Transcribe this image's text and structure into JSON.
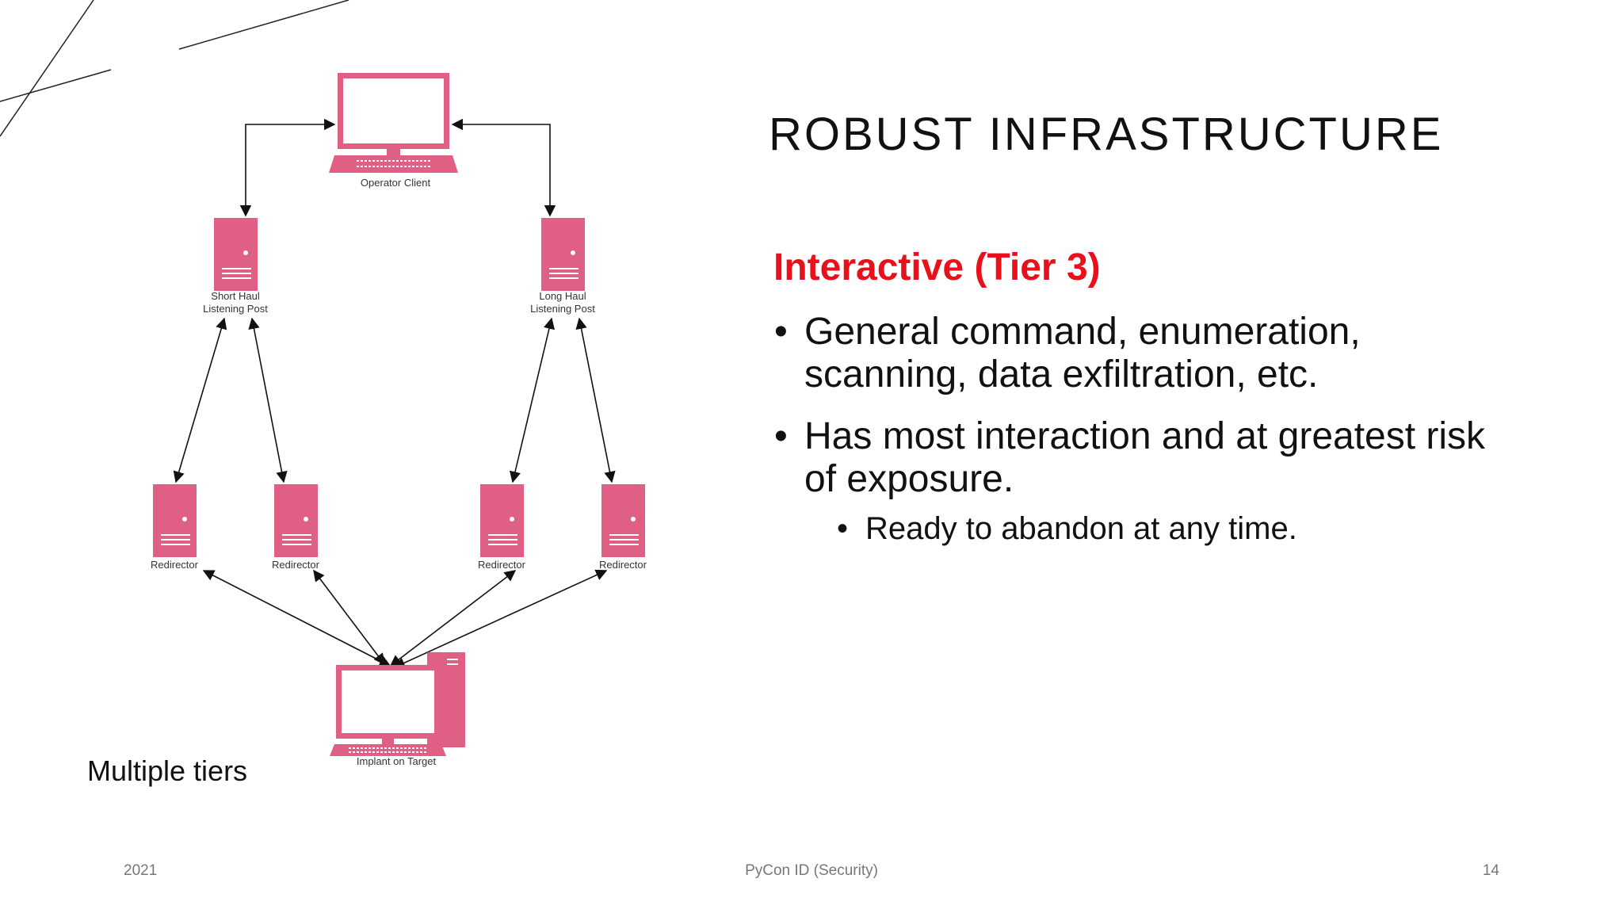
{
  "slide": {
    "title": "ROBUST INFRASTRUCTURE",
    "subtitle": "Interactive (Tier 3)",
    "bullets": [
      "General command, enumeration, scanning, data exfiltration, etc.",
      "Has most interaction and at greatest risk of exposure.",
      "Ready to abandon at any time."
    ],
    "bullet_marker": "•",
    "caption": "Multiple tiers",
    "footer": {
      "year": "2021",
      "center": "PyCon ID (Security)",
      "page": "14"
    },
    "accent_color": "#e8101a",
    "node_color": "#e06085"
  },
  "diagram": {
    "operator_client": "Operator Client",
    "short_haul": [
      "Short Haul",
      "Listening Post"
    ],
    "long_haul": [
      "Long Haul",
      "Listening Post"
    ],
    "redirectors": [
      "Redirector",
      "Redirector",
      "Redirector",
      "Redirector"
    ],
    "implant": "Implant on Target"
  }
}
